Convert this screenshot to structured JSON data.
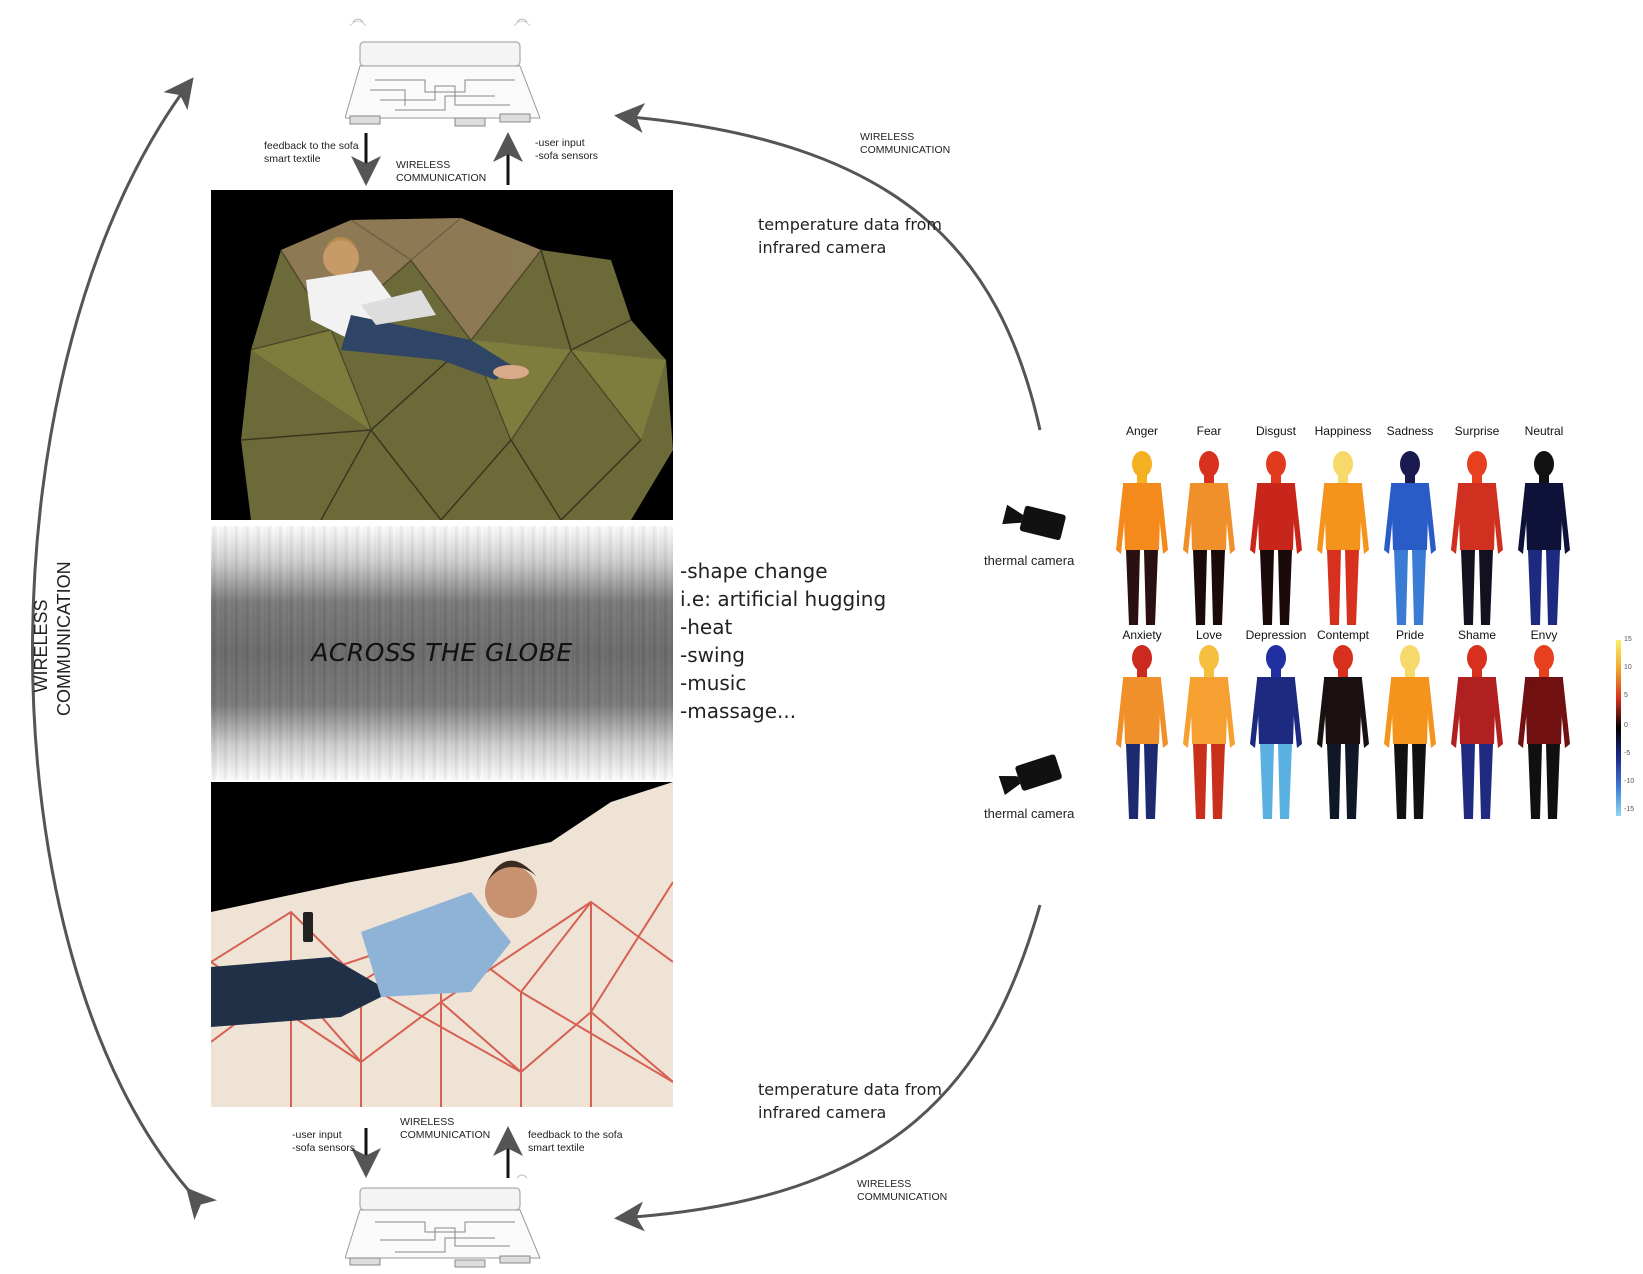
{
  "labels": {
    "top_left_feedback": [
      "feedback to the sofa",
      "smart textile"
    ],
    "top_wireless": [
      "WIRELESS",
      "COMMUNICATION"
    ],
    "top_right_input": [
      "-user input",
      "-sofa sensors"
    ],
    "top_arc_wireless": [
      "WIRELESS",
      "COMMUNICATION"
    ],
    "temp_data_top": [
      "temperature data from",
      "infrared camera"
    ],
    "left_wireless": [
      "WIRELESS",
      "COMMUNICATION"
    ],
    "globe_title": "ACROSS THE GLOBE",
    "actions": [
      "-shape change",
      "i.e: artificial hugging",
      "-heat",
      "-swing",
      "-music",
      "-massage..."
    ],
    "thermal_camera_1": "thermal camera",
    "thermal_camera_2": "thermal camera",
    "temp_data_bottom": [
      "temperature data from",
      "infrared camera"
    ],
    "bottom_left_input": [
      "-user input",
      "-sofa sensors"
    ],
    "bottom_wireless": [
      "WIRELESS",
      "COMMUNICATION"
    ],
    "bottom_right_feedback": [
      "feedback to the sofa",
      "smart textile"
    ],
    "bottom_arc_wireless": [
      "WIRELESS",
      "COMMUNICATION"
    ]
  },
  "emotions_row1": [
    "Anger",
    "Fear",
    "Disgust",
    "Happiness",
    "Sadness",
    "Surprise",
    "Neutral"
  ],
  "emotions_row2": [
    "Anxiety",
    "Love",
    "Depression",
    "Contempt",
    "Pride",
    "Shame",
    "Envy"
  ],
  "scale_ticks": [
    "15",
    "10",
    "5",
    "0",
    "-5",
    "-10",
    "-15"
  ],
  "colors": {
    "arrow": "#555555",
    "sofa_top": "#8a8a4a",
    "sofa_bottom_fabric": "#f2e6dc",
    "sofa_bottom_seams": "#d9483b"
  }
}
